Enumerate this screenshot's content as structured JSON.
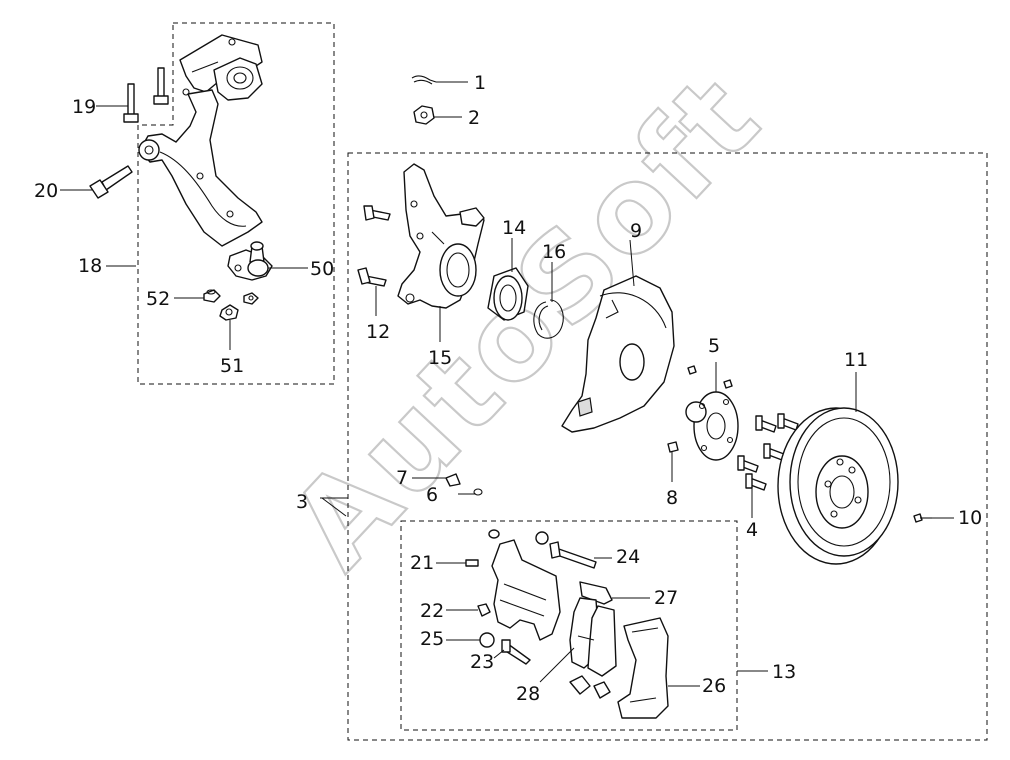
{
  "watermark": "AutoSoft",
  "callouts": [
    {
      "id": "c1",
      "label": "1"
    },
    {
      "id": "c2",
      "label": "2"
    },
    {
      "id": "c3",
      "label": "3"
    },
    {
      "id": "c4",
      "label": "4"
    },
    {
      "id": "c5",
      "label": "5"
    },
    {
      "id": "c6",
      "label": "6"
    },
    {
      "id": "c7",
      "label": "7"
    },
    {
      "id": "c8",
      "label": "8"
    },
    {
      "id": "c9",
      "label": "9"
    },
    {
      "id": "c10",
      "label": "10"
    },
    {
      "id": "c11",
      "label": "11"
    },
    {
      "id": "c12",
      "label": "12"
    },
    {
      "id": "c13",
      "label": "13"
    },
    {
      "id": "c14",
      "label": "14"
    },
    {
      "id": "c15",
      "label": "15"
    },
    {
      "id": "c16",
      "label": "16"
    },
    {
      "id": "c18",
      "label": "18"
    },
    {
      "id": "c19",
      "label": "19"
    },
    {
      "id": "c20",
      "label": "20"
    },
    {
      "id": "c21",
      "label": "21"
    },
    {
      "id": "c22",
      "label": "22"
    },
    {
      "id": "c23",
      "label": "23"
    },
    {
      "id": "c24",
      "label": "24"
    },
    {
      "id": "c25",
      "label": "25"
    },
    {
      "id": "c26",
      "label": "26"
    },
    {
      "id": "c27",
      "label": "27"
    },
    {
      "id": "c28",
      "label": "28"
    },
    {
      "id": "c50",
      "label": "50"
    },
    {
      "id": "c51",
      "label": "51"
    },
    {
      "id": "c52",
      "label": "52"
    }
  ]
}
